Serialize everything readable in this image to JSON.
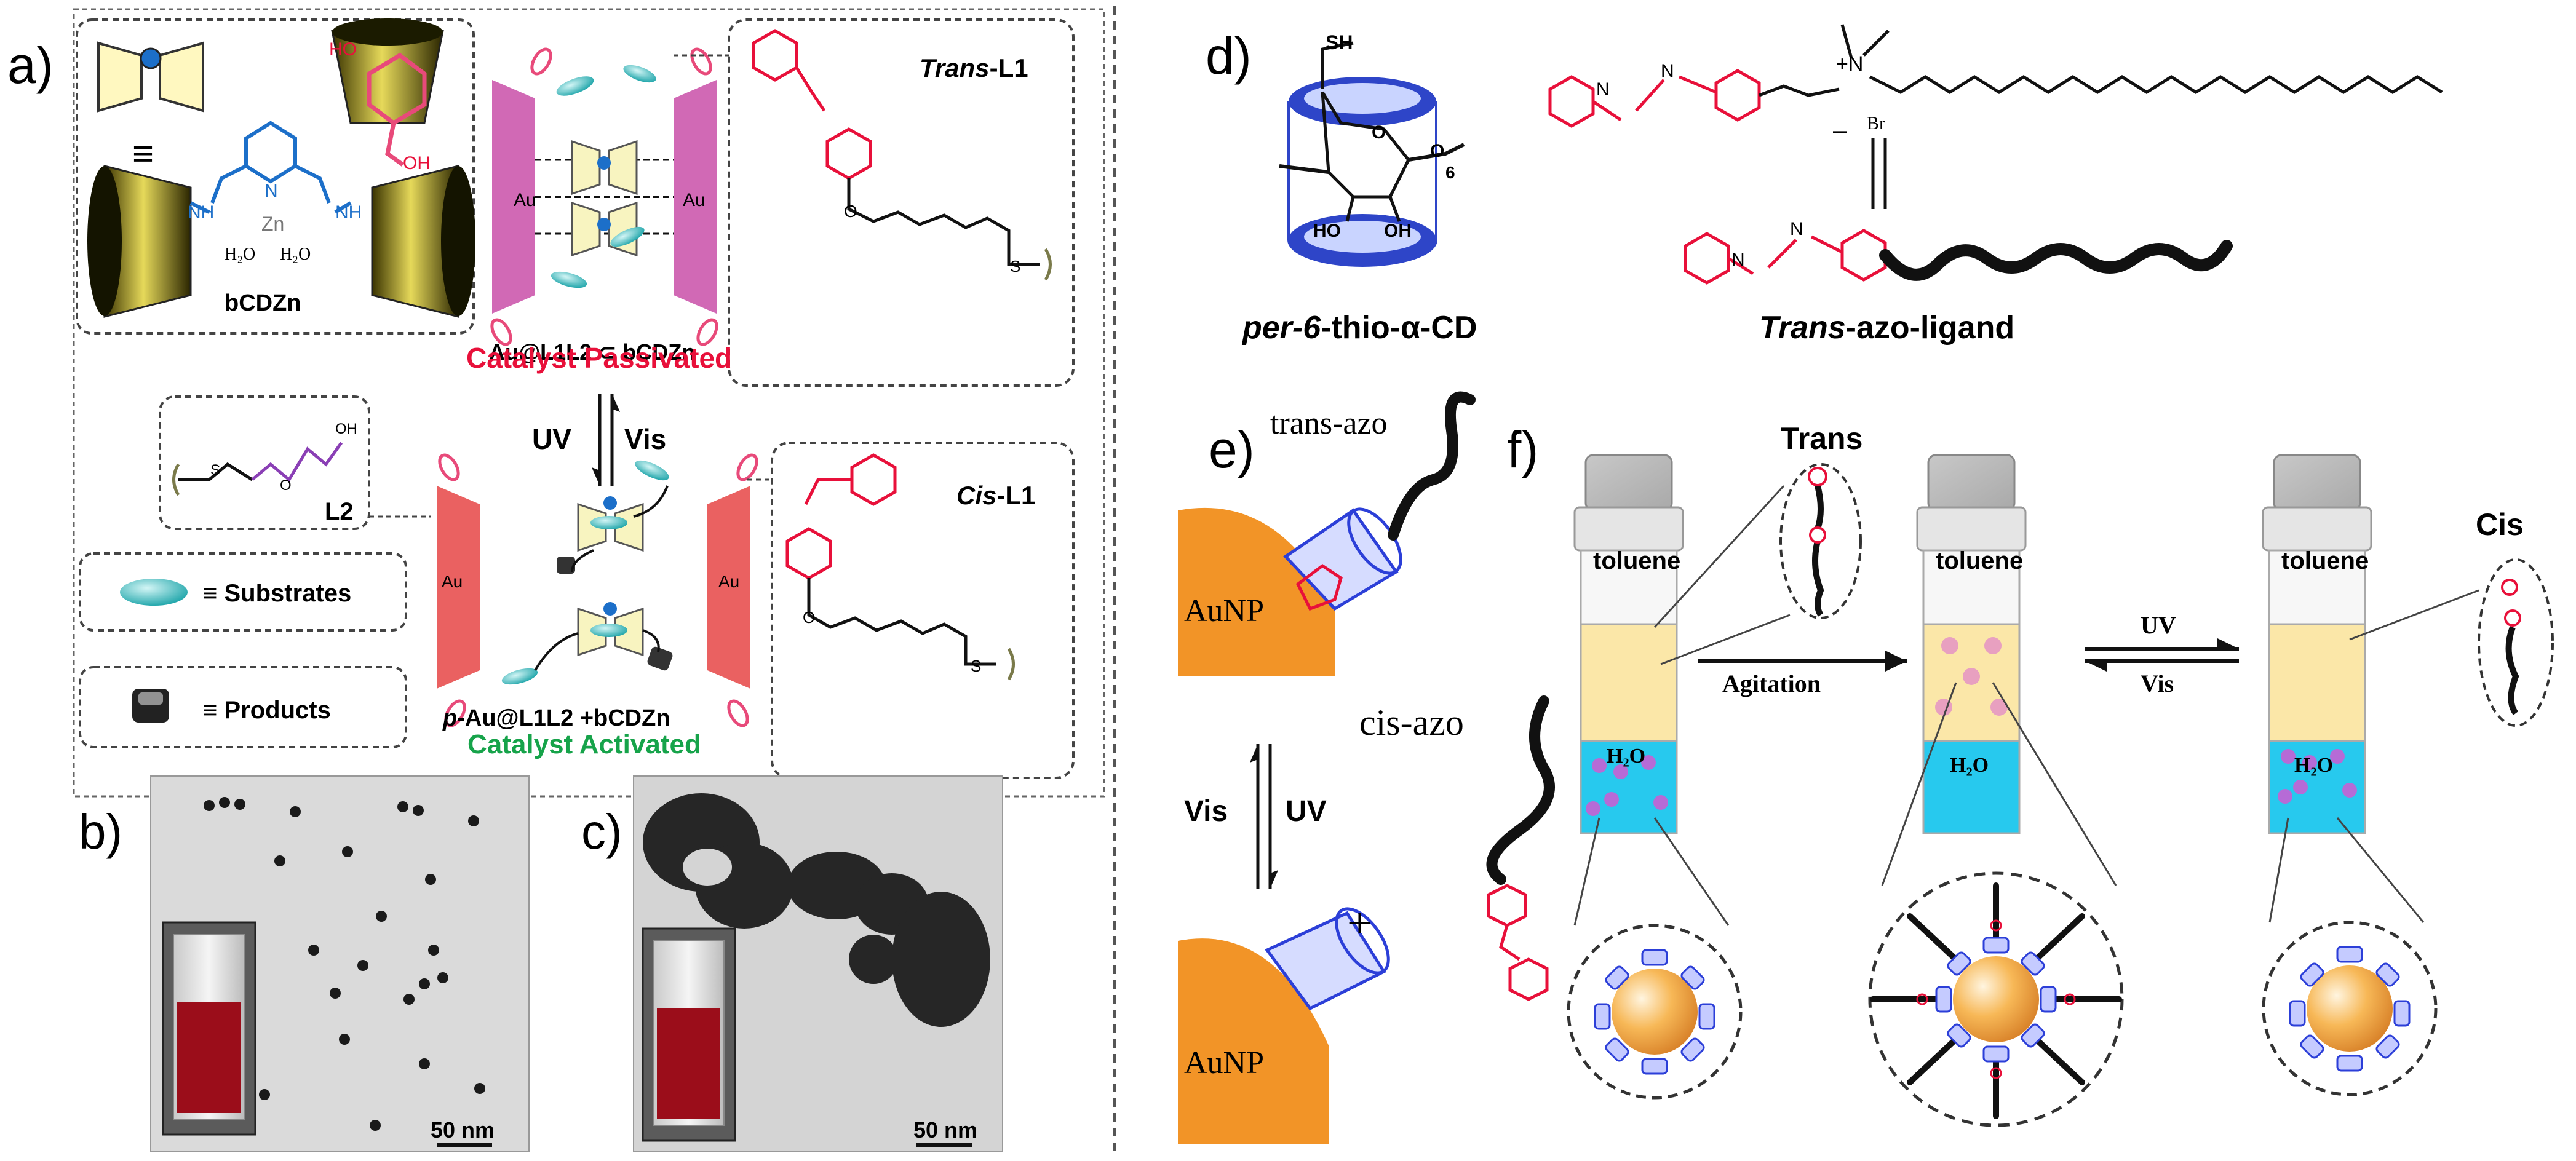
{
  "panels": {
    "a": {
      "label": "a)",
      "bcdzn_label": "bCDZn",
      "equiv": "≡",
      "nh_left": "NH",
      "nh_right": "NH",
      "n_label": "N",
      "zn_label": "Zn",
      "h2o_1": "H₂O",
      "h2o_2": "H₂O",
      "ho_label": "HO",
      "oh_label": "OH",
      "complex_label": "Au@L1L2 ⊂ bCDZn",
      "au": "Au",
      "trans_label_italic": "Trans",
      "trans_label_rest": "-L1",
      "cis_label_italic": "Cis",
      "cis_label_rest": "-L1",
      "o_label": "O",
      "s_label": "S",
      "passivated": "Catalyst Passivated",
      "uv": "UV",
      "vis": "Vis",
      "l2": "L2",
      "substrates": "≡ Substrates",
      "products": "≡ Products",
      "activated_complex_prefix": "p",
      "activated_complex_rest": "-Au@L1L2 +bCDZn",
      "activated": "Catalyst Activated",
      "colors": {
        "red": "#e8103a",
        "green": "#16a34a",
        "blue": "#1c6fc9",
        "pink": "#e84a7a"
      }
    },
    "b": {
      "label": "b)",
      "scale": "50 nm"
    },
    "c": {
      "label": "c)",
      "scale": "50 nm"
    },
    "d": {
      "label": "d)",
      "sh": "SH",
      "o1": "O",
      "o2": "O",
      "six": "6",
      "ho": "HO",
      "oh": "OH",
      "cd_name_italic": "per-6",
      "cd_name_rest": "-thio-α-CD",
      "n_plus": "+N",
      "minus": "–",
      "br": "Br",
      "n1": "N",
      "n2": "N",
      "ligand_italic": "Trans",
      "ligand_rest": "-azo-ligand"
    },
    "e": {
      "label": "e)",
      "trans_azo": "trans-azo",
      "cis_azo": "cis-azo",
      "aunp1": "AuNP",
      "aunp2": "AuNP",
      "vis": "Vis",
      "uv": "UV",
      "plus": "+"
    },
    "f": {
      "label": "f)",
      "trans": "Trans",
      "cis": "Cis",
      "toluene1": "toluene",
      "toluene2": "toluene",
      "toluene3": "toluene",
      "h2o1": "H₂O",
      "h2o2": "H₂O",
      "h2o3": "H₂O",
      "agitation": "Agitation",
      "uv": "UV",
      "vis": "Vis"
    }
  }
}
